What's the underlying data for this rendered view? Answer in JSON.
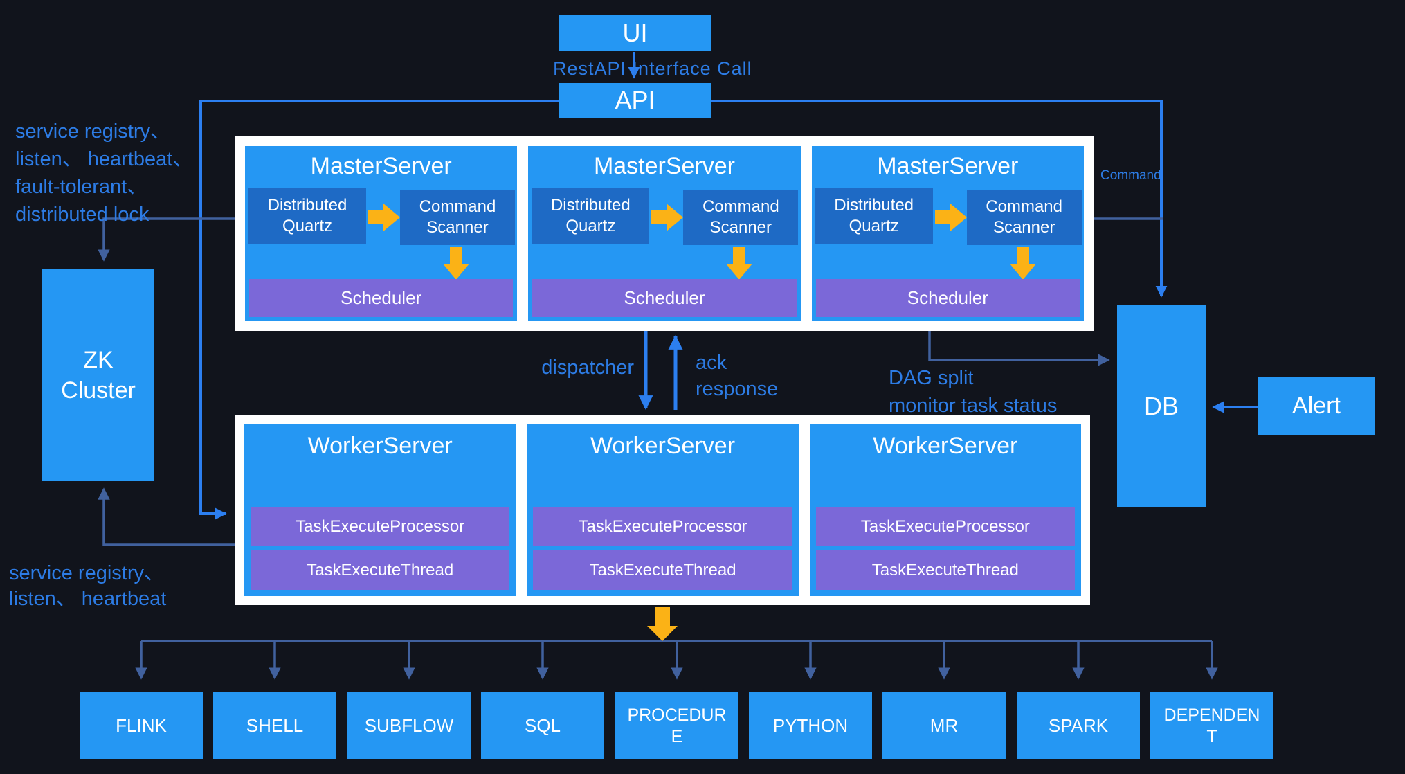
{
  "colors": {
    "background": "#11141c",
    "node_blue": "#2597f3",
    "inner_blue": "#1e6ac5",
    "purple": "#7b68d8",
    "yellow": "#fbb216",
    "container_white": "#ffffff",
    "line_bright": "#2c7ff0",
    "line_dark": "#41619e",
    "label_blue": "#2d7ce5"
  },
  "top": {
    "ui": "UI",
    "rest_api_note": "RestAPI Interface Call",
    "api": "API"
  },
  "left": {
    "zk_top_note": "service registry、\nlisten、 heartbeat、\nfault-tolerant、\ndistributed lock",
    "zk": "ZK\nCluster",
    "zk_bottom_note": "service registry、\nlisten、 heartbeat"
  },
  "right": {
    "command": "Command",
    "db": "DB",
    "alert": "Alert"
  },
  "middle": {
    "dispatcher": "dispatcher",
    "ack": "ack\nresponse",
    "dag": "DAG split\nmonitor task status"
  },
  "masters": [
    {
      "title": "MasterServer",
      "quartz": "Distributed Quartz",
      "scanner": "Command Scanner",
      "scheduler": "Scheduler"
    },
    {
      "title": "MasterServer",
      "quartz": "Distributed Quartz",
      "scanner": "Command Scanner",
      "scheduler": "Scheduler"
    },
    {
      "title": "MasterServer",
      "quartz": "Distributed Quartz",
      "scanner": "Command Scanner",
      "scheduler": "Scheduler"
    }
  ],
  "workers": [
    {
      "title": "WorkerServer",
      "processor": "TaskExecuteProcessor",
      "thread": "TaskExecuteThread"
    },
    {
      "title": "WorkerServer",
      "processor": "TaskExecuteProcessor",
      "thread": "TaskExecuteThread"
    },
    {
      "title": "WorkerServer",
      "processor": "TaskExecuteProcessor",
      "thread": "TaskExecuteThread"
    }
  ],
  "tasks": [
    {
      "label": "FLINK"
    },
    {
      "label": "SHELL"
    },
    {
      "label": "SUBFLOW"
    },
    {
      "label": "SQL"
    },
    {
      "label": "PROCEDURE"
    },
    {
      "label": "PYTHON"
    },
    {
      "label": "MR"
    },
    {
      "label": "SPARK"
    },
    {
      "label": "DEPENDENT"
    }
  ]
}
